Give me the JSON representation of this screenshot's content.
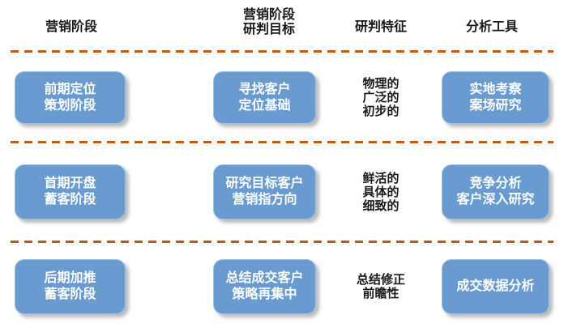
{
  "colors": {
    "box_fill": "#699AD0",
    "box_border": "#9CC0E4",
    "box_text": "#FFFFFF",
    "dash_line": "#C35A11",
    "header_text": "#1A1A1A"
  },
  "headers": {
    "stage": "营销阶段",
    "goal": "营销阶段\n研判目标",
    "feature": "研判特征",
    "tool": "分析工具"
  },
  "rows": [
    {
      "stage": "前期定位\n策划阶段",
      "goal": "寻找客户\n定位基础",
      "feature": "物理的\n广泛的\n初步的",
      "tool": "实地考察\n案场研究"
    },
    {
      "stage": "首期开盘\n蓄客阶段",
      "goal": "研究目标客户\n营销指方向",
      "feature": "鲜活的\n具体的\n细致的",
      "tool": "竞争分析\n客户深入研究"
    },
    {
      "stage": "后期加推\n蓄客阶段",
      "goal": "总结成交客户\n策略再集中",
      "feature": "总结修正\n前瞻性",
      "tool": "成交数据分析"
    }
  ]
}
